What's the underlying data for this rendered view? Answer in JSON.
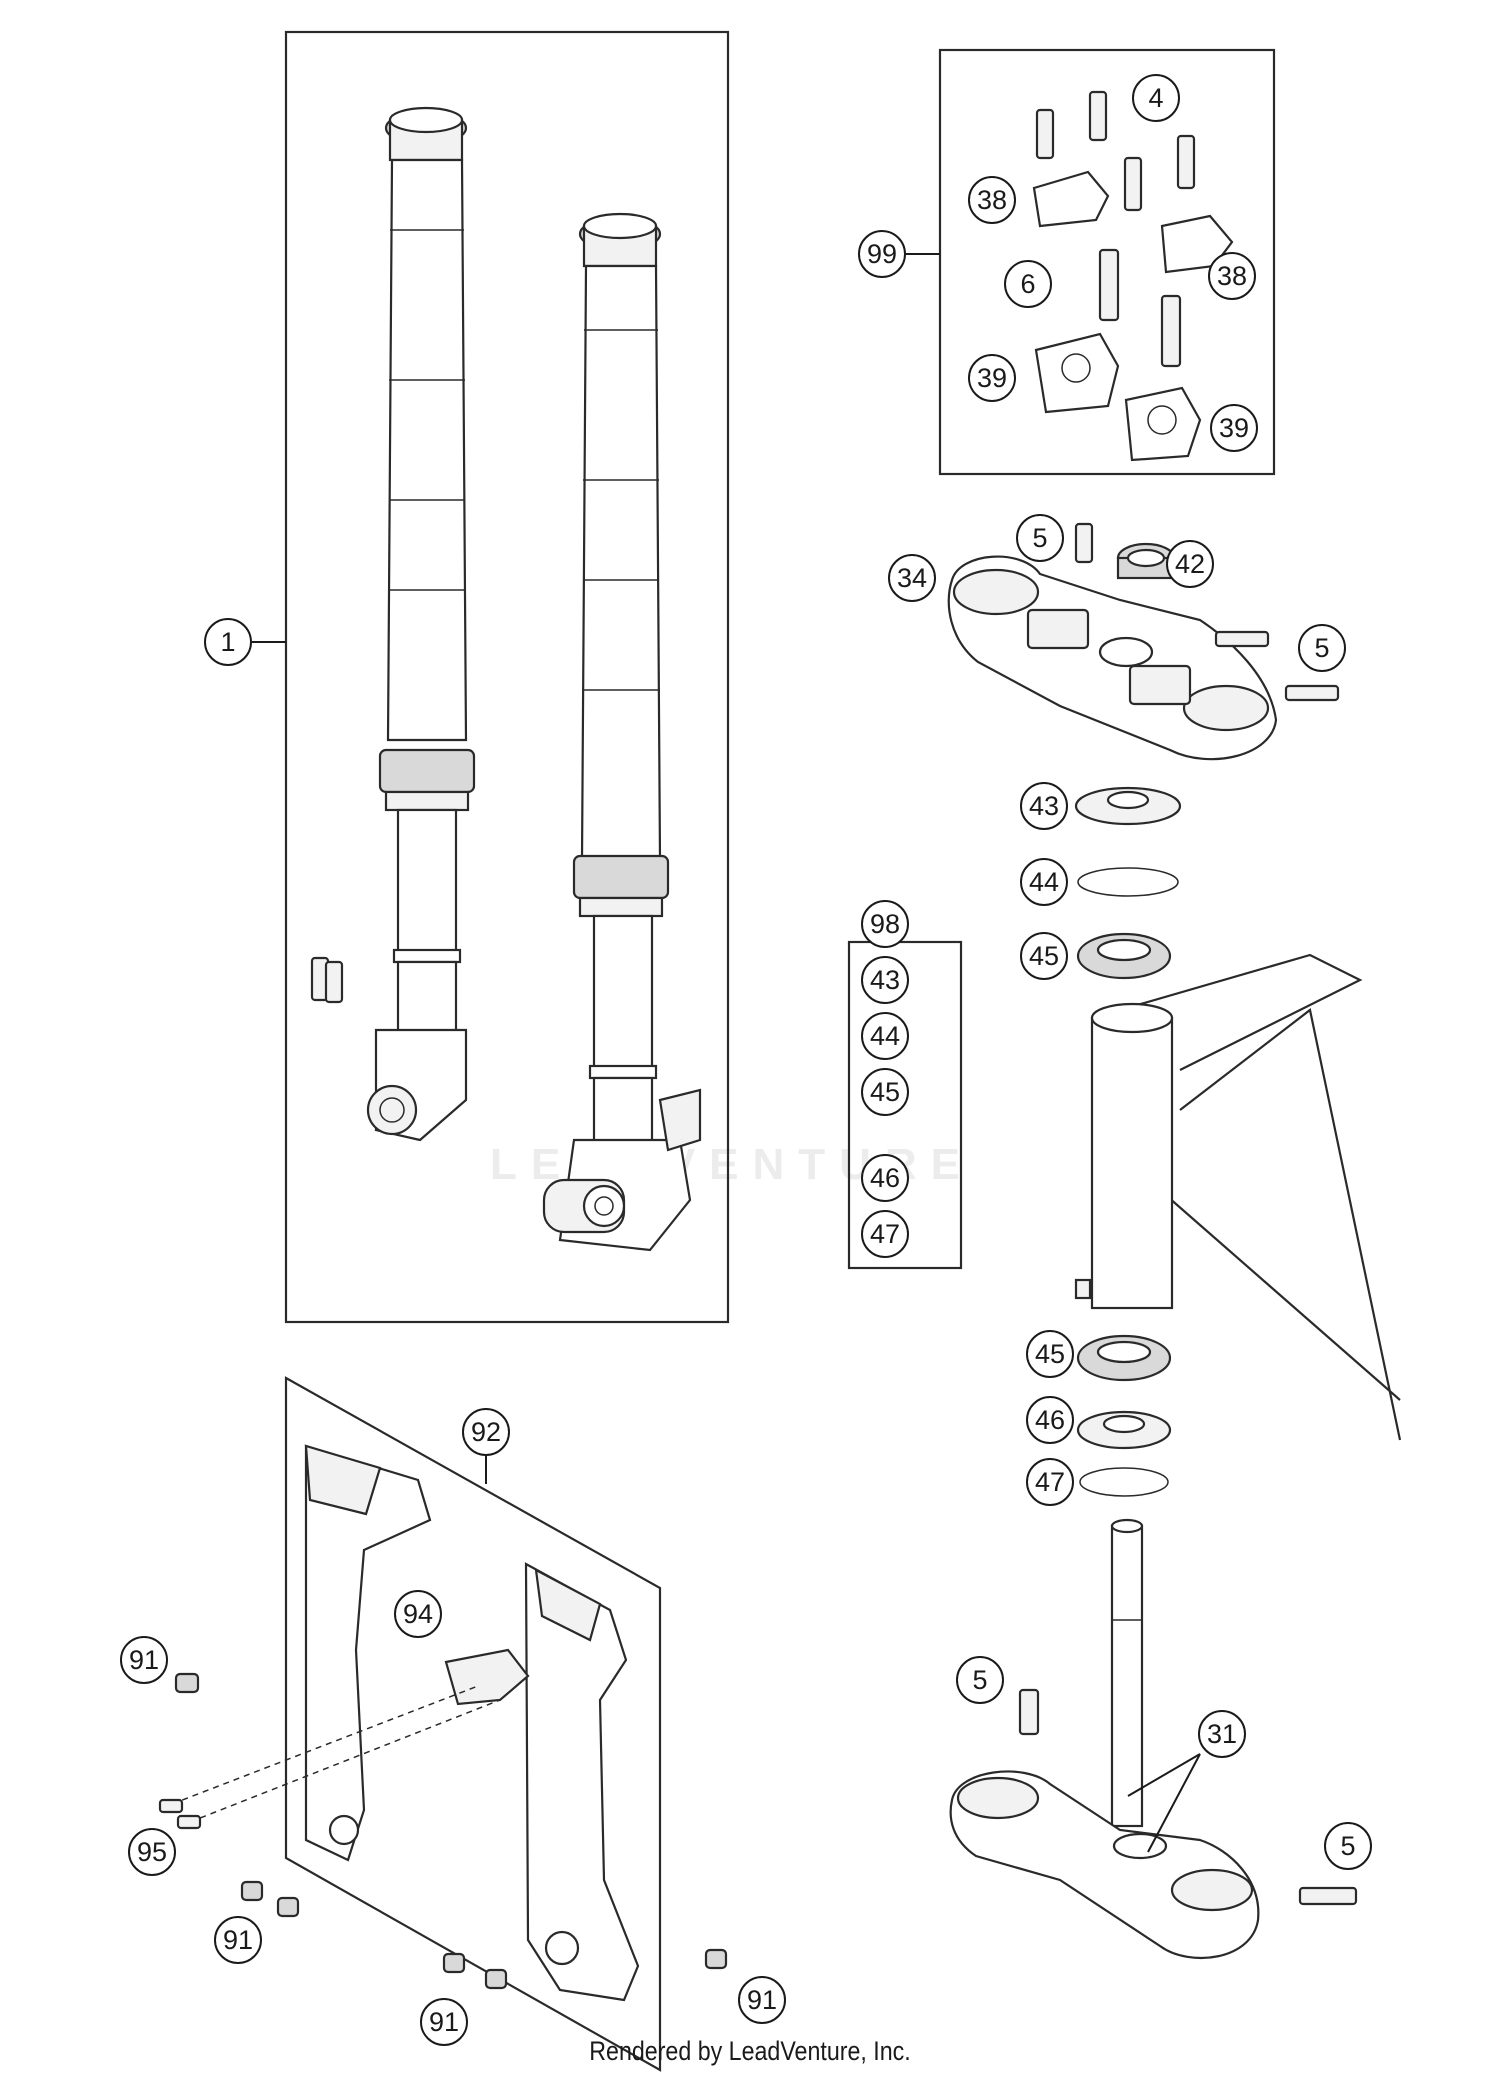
{
  "footer": {
    "credit": "Rendered by LeadVenture, Inc."
  },
  "watermark": {
    "text": "LEADVENTURE"
  },
  "callouts": {
    "c1": "1",
    "c4": "4",
    "c38a": "38",
    "c38b": "38",
    "c99": "99",
    "c6": "6",
    "c39a": "39",
    "c39b": "39",
    "c5a": "5",
    "c42": "42",
    "c34": "34",
    "c5b": "5",
    "c43": "43",
    "c44": "44",
    "c45": "45",
    "c98": "98",
    "k43": "43",
    "k44": "44",
    "k45": "45",
    "k46": "46",
    "k47": "47",
    "c45b": "45",
    "c46": "46",
    "c47": "47",
    "c92": "92",
    "c94": "94",
    "c91a": "91",
    "c95": "95",
    "c91b": "91",
    "c91c": "91",
    "c91d": "91",
    "c5c": "5",
    "c31": "31",
    "c5d": "5"
  }
}
